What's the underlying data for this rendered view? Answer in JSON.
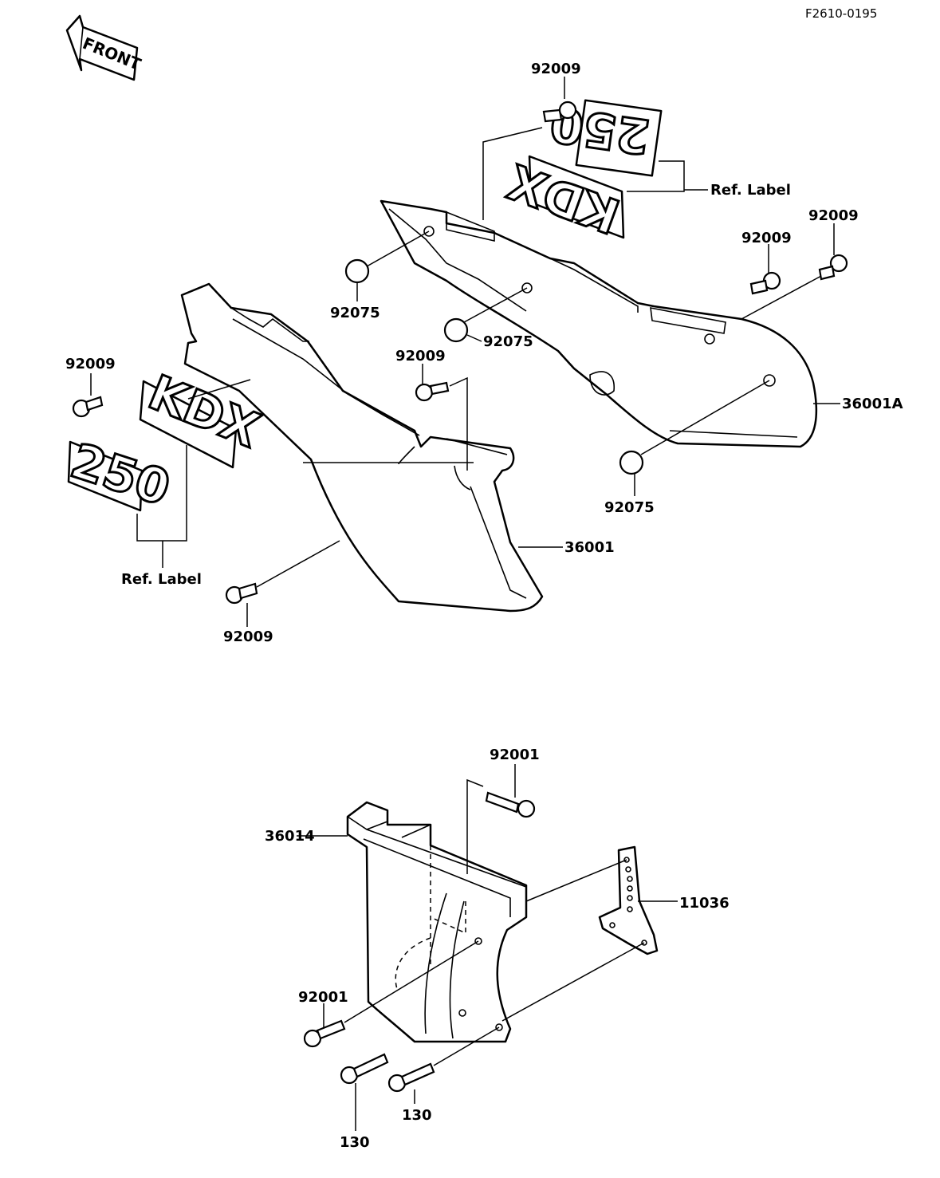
{
  "drawing_code": "F2610-0195",
  "front_arrow_text": "FRONT",
  "emblem_kdx": "KDX",
  "emblem_250": "250",
  "labels": {
    "bolt_top": "92009",
    "ref_label_upper": "Ref. Label",
    "bolt_right_outer": "92009",
    "bolt_right_inner": "92009",
    "grommet_left": "92075",
    "grommet_mid": "92075",
    "grommet_bottom": "92075",
    "bolt_center": "92009",
    "bolt_left": "92009",
    "cover_right": "36001A",
    "cover_left": "36001",
    "ref_label_lower": "Ref. Label",
    "bolt_bottom_left": "92009",
    "bolt_guard_top": "92001",
    "guard": "36014",
    "bracket": "11036",
    "bolt_guard_left": "92001",
    "bolt_130_left": "130",
    "bolt_130_right": "130"
  },
  "icons": [
    "front-arrow-icon",
    "bolt-icon",
    "grommet-icon",
    "side-cover-icon",
    "emblem-icon",
    "guard-icon",
    "bracket-icon"
  ]
}
